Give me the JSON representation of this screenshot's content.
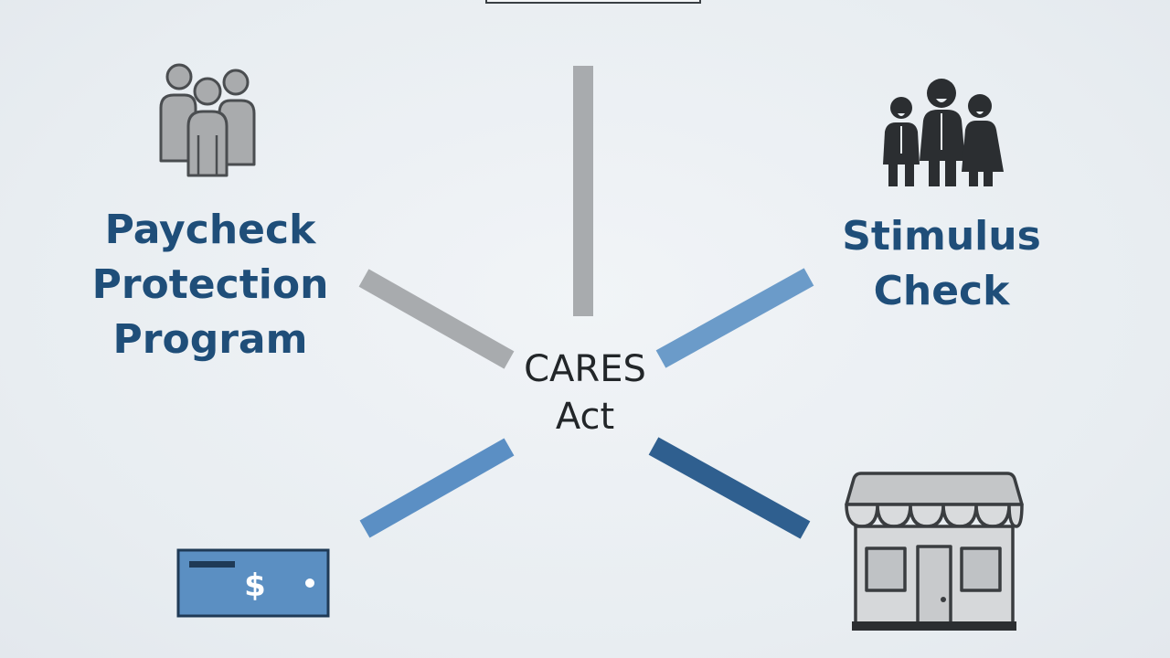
{
  "center": {
    "line1": "CARES",
    "line2": "Act"
  },
  "nodes": {
    "paycheck_protection": {
      "line1": "Paycheck",
      "line2": "Protection",
      "line3": "Program",
      "icon": "group-of-people-icon"
    },
    "stimulus_check": {
      "line1": "Stimulus",
      "line2": "Check",
      "icon": "family-icon"
    },
    "bottom_left": {
      "icon": "dollar-check-icon",
      "symbol": "$"
    },
    "bottom_right": {
      "icon": "storefront-icon"
    },
    "top": {
      "icon": "top-box-partial"
    }
  },
  "colors": {
    "label_blue": "#1f4e79",
    "connector_gray": "#a8abae",
    "connector_light_blue": "#6b9bc9",
    "connector_mid_blue": "#5b8fc4",
    "connector_dark_blue": "#2f5f8f",
    "check_blue": "#5b8fc2"
  }
}
